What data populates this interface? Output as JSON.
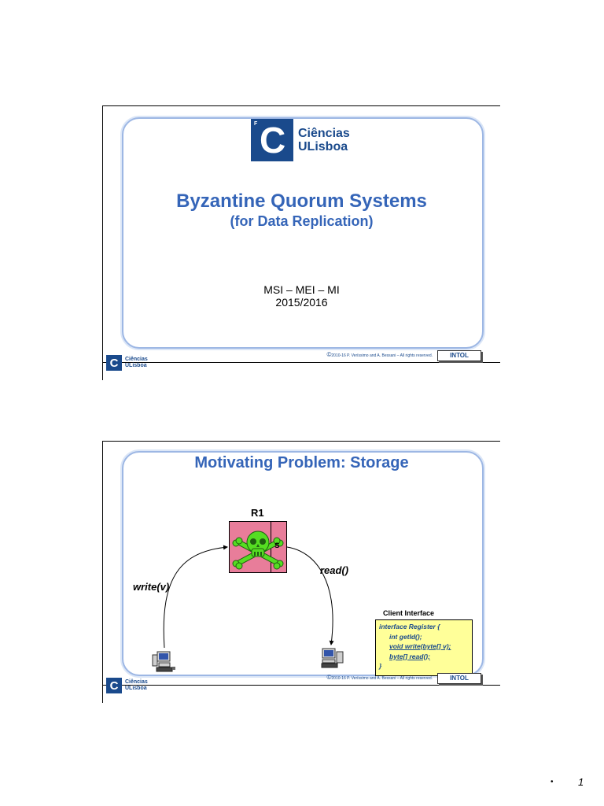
{
  "slide1": {
    "logo": {
      "f": "F",
      "c": "C",
      "line1": "Ciências",
      "line2": "ULisboa"
    },
    "title": "Byzantine Quorum Systems",
    "subtitle": "(for Data Replication)",
    "course": "MSI – MEI – MI",
    "year": "2015/2016"
  },
  "slide2": {
    "title": "Motivating Problem: Storage",
    "server_label": "R1",
    "server_state": "s",
    "write_label": "write(v)",
    "read_label": "read()",
    "client_interface": {
      "title": "Client Interface",
      "lines": [
        "interface Register {",
        "int getId();",
        "void write(byte[] v);",
        "byte[] read();",
        "}"
      ]
    }
  },
  "footer": {
    "logo_letter": "C",
    "logo_line1": "Ciências",
    "logo_line2": "ULisboa",
    "copyright_symbol": "©",
    "copyright": "2010-16 P. Veríssimo and A. Bessani – All rights reserved.",
    "intol": "INTOL"
  },
  "page": {
    "bullet": "•",
    "number": "1"
  },
  "colors": {
    "brand_blue": "#1a4a8c",
    "title_blue": "#3565b8",
    "server_pink": "#e87d9a",
    "skull_green": "#55dd22",
    "code_yellow": "#ffff99"
  },
  "icons": [
    "skull-crossbones-icon",
    "computer-client-icon"
  ]
}
